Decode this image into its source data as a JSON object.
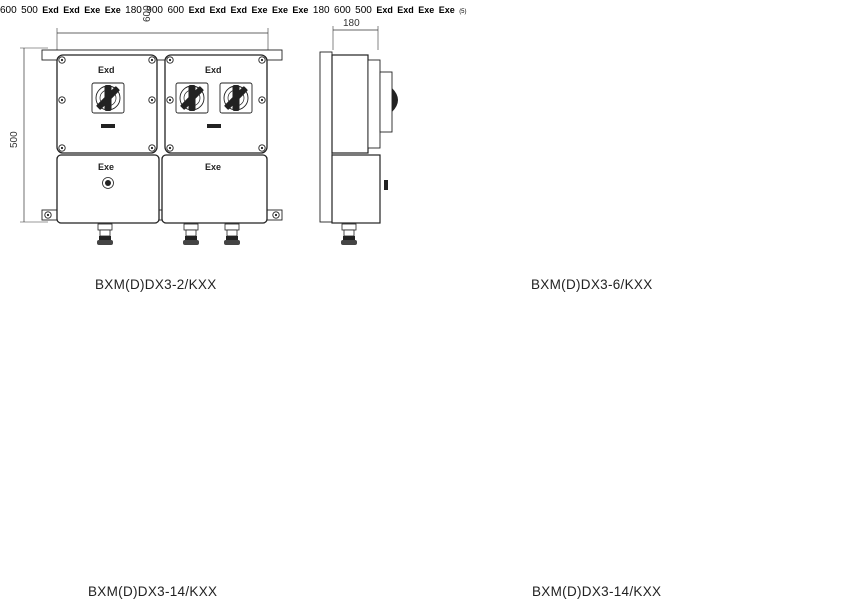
{
  "drawings": [
    {
      "model": "BXM(D)DX3-2/KXX",
      "front_width": "600",
      "height": "500",
      "side_depth": "180",
      "upper_labels": [
        "Exd",
        "Exd"
      ],
      "lower_labels": [
        "Exe",
        "Exe"
      ]
    },
    {
      "model": "BXM(D)DX3-6/KXX",
      "front_width": "600",
      "height": "500",
      "side_depth": "180",
      "upper_labels": [
        "Exd",
        "Exd"
      ],
      "lower_labels": [
        "Exe",
        "Exe"
      ]
    },
    {
      "model": "BXM(D)DX3-14/KXX",
      "front_width": "900",
      "height": "600",
      "side_depth": "180",
      "upper_labels": [
        "Exd",
        "Exd",
        "Exd"
      ],
      "lower_labels": [
        "Exe",
        "Exe",
        "Exe"
      ]
    },
    {
      "model": "BXM(D)DX3-14/KXX",
      "front_width": "600",
      "height": "500",
      "side_depth": "(5)",
      "upper_labels": [
        "Exd",
        "Exd"
      ],
      "lower_labels": [
        "Exe",
        "Exe"
      ]
    }
  ]
}
